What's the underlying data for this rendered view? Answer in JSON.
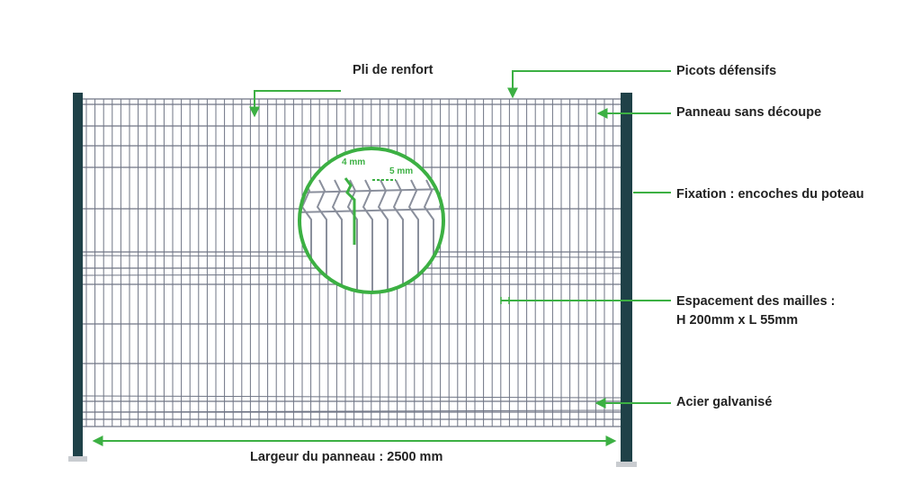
{
  "colors": {
    "accent": "#3cb043",
    "post": "#1f4148",
    "mesh": "#6f7585",
    "text": "#222222"
  },
  "labels": {
    "pli_renfort": "Pli de renfort",
    "picots": "Picots défensifs",
    "panneau_sans_decoupe": "Panneau sans découpe",
    "fixation": "Fixation : encoches du poteau",
    "espacement_line1": "Espacement des mailles :",
    "espacement_line2": "H 200mm x L 55mm",
    "acier": "Acier galvanisé",
    "largeur": "Largeur du panneau : 2500 mm"
  },
  "zoom": {
    "wire_diameter": "4 mm",
    "wire_spacing": "5 mm"
  }
}
